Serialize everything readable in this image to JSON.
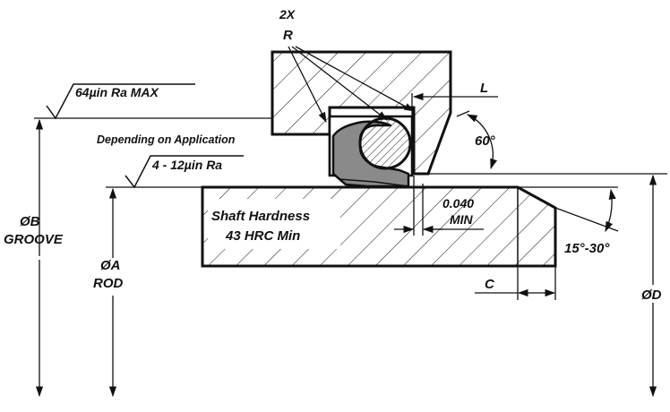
{
  "title": "",
  "labels": {
    "qty": "2X",
    "radius": "R",
    "groove_finish": "64µin Ra MAX",
    "depending": "Depending on Application",
    "rod_finish": "4 - 12µin Ra",
    "dim_l": "L",
    "angle_60": "60°",
    "gap_value": "0.040",
    "gap_min": "MIN",
    "shaft_hardness_1": "Shaft Hardness",
    "shaft_hardness_2": "43 HRC Min",
    "chamfer_angle": "15°-30°",
    "dim_c": "C",
    "dia_b": "ØB",
    "groove": "GROOVE",
    "dia_a": "ØA",
    "rod": "ROD",
    "dia_d": "ØD"
  },
  "colors": {
    "line": "#111111",
    "seal_fill": "#8a8a8a",
    "background": "#ffffff"
  }
}
